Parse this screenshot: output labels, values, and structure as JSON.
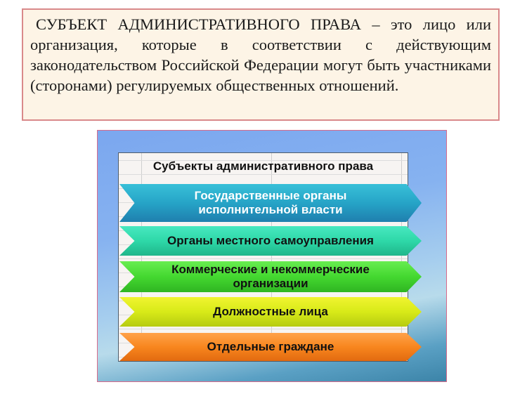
{
  "definition": {
    "term": "СУБЪЕКТ АДМИНИСТРАТИВНОГО ПРАВА",
    "text": "СУБЪЕКТ АДМИНИСТРАТИВНОГО ПРАВА – это лицо или организация, которые в соответствии с действующим законодательством Российской Федерации могут быть участниками (сторонами) регулируемых общественных отношений."
  },
  "diagram": {
    "title": "Субъекты административного права",
    "items": [
      {
        "label": "Государственные органы исполнительной власти",
        "color": "#26a4c7"
      },
      {
        "label": "Органы местного самоуправления",
        "color": "#2ed8a8"
      },
      {
        "label": "Коммерческие и некоммерческие организации",
        "color": "#44d830"
      },
      {
        "label": "Должностные лица",
        "color": "#d8ea18"
      },
      {
        "label": "Отдельные граждане",
        "color": "#f8861e"
      }
    ]
  }
}
